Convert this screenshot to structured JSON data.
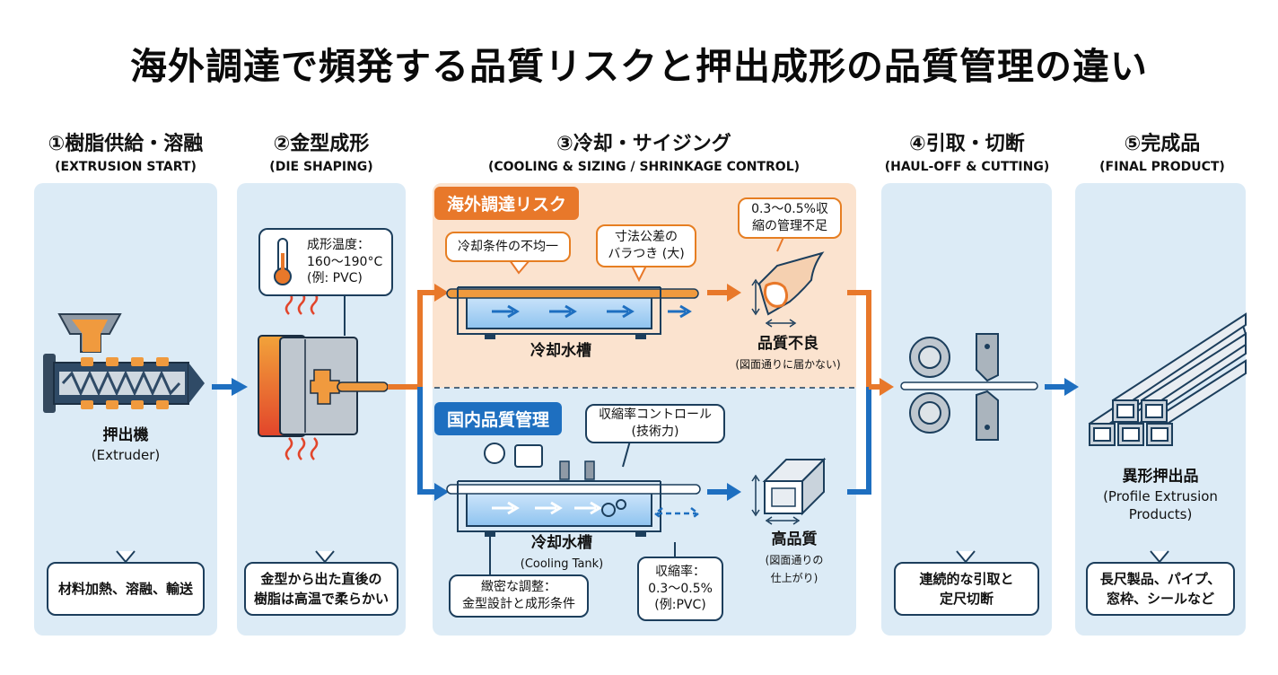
{
  "title": "海外調達で頻発する品質リスクと押出成形の品質管理の違い",
  "columns": [
    {
      "jp": "①樹脂供給・溶融",
      "en": "(EXTRUSION START)"
    },
    {
      "jp": "②金型成形",
      "en": "(DIE SHAPING)"
    },
    {
      "jp": "③冷却・サイジング",
      "en": "(COOLING & SIZING / SHRINKAGE CONTROL)"
    },
    {
      "jp": "④引取・切断",
      "en": "(HAUL-OFF & CUTTING)"
    },
    {
      "jp": "⑤完成品",
      "en": "(FINAL PRODUCT)"
    }
  ],
  "extruder": {
    "name": "押出機",
    "name_en": "(Extruder)",
    "note": "材料加熱、溶融、輸送"
  },
  "die": {
    "temp_line1": "成形温度：",
    "temp_line2": "160〜190°C",
    "temp_line3": "(例: PVC)",
    "note_line1": "金型から出た直後の",
    "note_line2": "樹脂は高温で柔らかい"
  },
  "overseas": {
    "tag": "海外調達リスク",
    "bubble_cooling": "冷却条件の不均一",
    "bubble_tolerance_1": "寸法公差の",
    "bubble_tolerance_2": "バラつき (大)",
    "bubble_shrink_1": "0.3〜0.5%収",
    "bubble_shrink_2": "縮の管理不足",
    "tank_label": "冷却水槽",
    "result": "品質不良",
    "result_sub": "(図面通りに届かない)"
  },
  "domestic": {
    "tag": "国内品質管理",
    "bubble_control_1": "収縮率コントロール",
    "bubble_control_2": "(技術力)",
    "tank_label": "冷却水槽",
    "tank_label_en": "(Cooling Tank)",
    "adjust_1": "緻密な調整：",
    "adjust_2": "金型設計と成形条件",
    "rate_1": "収縮率：",
    "rate_2": "0.3〜0.5%",
    "rate_3": "(例:PVC)",
    "result": "高品質",
    "result_sub_1": "(図面通りの",
    "result_sub_2": "仕上がり)"
  },
  "haul": {
    "note_line1": "連続的な引取と",
    "note_line2": "定尺切断"
  },
  "product": {
    "name": "異形押出品",
    "name_en_1": "(Profile Extrusion",
    "name_en_2": "Products)",
    "note_line1": "長尺製品、パイプ、",
    "note_line2": "窓枠、シールなど"
  },
  "colors": {
    "orange": "#e8782a",
    "blue": "#1e6fc0",
    "navy": "#1c3e5c",
    "panel": "#dcebf6",
    "risk": "#fbe3cf"
  }
}
